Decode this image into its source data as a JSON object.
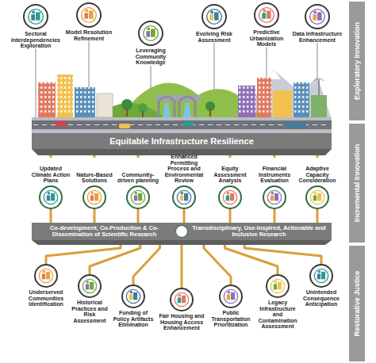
{
  "diagram": {
    "nodes": [
      {
        "text": [
          "Sectoral Interdependencies Exploration"
        ]
      },
      {
        "text": [
          "Model Resolution Refinement"
        ]
      },
      {
        "text": [
          "Leveraging Community Knowledge"
        ]
      },
      {
        "text": [
          "Evolving Risk Assessment"
        ]
      },
      {
        "text": [
          "Predictive Urbanization Models"
        ]
      },
      {
        "text": [
          "Data Infrastructure Enhancement"
        ]
      },
      {
        "text": [
          "Equitable Infrastructure Resilience"
        ]
      },
      {
        "text": [
          "Updated Climate Action Plans"
        ]
      },
      {
        "text": [
          "Nature-Based Solutions"
        ]
      },
      {
        "text": [
          "Community-driven planning"
        ]
      },
      {
        "text": [
          "Enhanced Permitting Process and Environmental Review"
        ]
      },
      {
        "text": [
          "Equity Assessment Analysis"
        ]
      },
      {
        "text": [
          "Financial Instruments Evaluation"
        ]
      },
      {
        "text": [
          "Adaptive Capacity Consideration"
        ]
      },
      {
        "text": [
          "Co-development, Co-Production & Co-Dissemination of Scientific Research",
          "Transdisciplinary, Use-Inspired, Actionable and Inclusive Research"
        ]
      },
      {
        "text": [
          "Underserved Communities Identification"
        ]
      },
      {
        "text": [
          "Historical Practices and Risk Assessment"
        ]
      },
      {
        "text": [
          "Funding of Policy Artifacts Elimination"
        ]
      },
      {
        "text": [
          "Fair Housing and Housing Access Enhancement"
        ]
      },
      {
        "text": [
          "Public Transportation Prioritization"
        ]
      },
      {
        "text": [
          "Legacy Infrastructure and Contamination Assessment"
        ]
      },
      {
        "text": [
          "Unintended Consequence Anticipation"
        ]
      },
      {
        "text": [
          "Exploratory Innovation"
        ]
      },
      {
        "text": [
          "Incremental Innovation"
        ]
      },
      {
        "text": [
          "Restorative Justice"
        ]
      }
    ],
    "edges": [
      {
        "from": 0,
        "to": 6,
        "arrow": "none"
      },
      {
        "from": 1,
        "to": 6,
        "arrow": "none"
      },
      {
        "from": 2,
        "to": 6,
        "arrow": "none"
      },
      {
        "from": 3,
        "to": 6,
        "arrow": "none"
      },
      {
        "from": 4,
        "to": 6,
        "arrow": "none"
      },
      {
        "from": 5,
        "to": 6,
        "arrow": "none"
      },
      {
        "from": 6,
        "to": 7,
        "arrow": "none"
      },
      {
        "from": 6,
        "to": 8,
        "arrow": "none"
      },
      {
        "from": 6,
        "to": 9,
        "arrow": "none"
      },
      {
        "from": 6,
        "to": 10,
        "arrow": "none"
      },
      {
        "from": 6,
        "to": 11,
        "arrow": "none"
      },
      {
        "from": 6,
        "to": 12,
        "arrow": "none"
      },
      {
        "from": 6,
        "to": 13,
        "arrow": "none"
      },
      {
        "from": 14,
        "to": 15,
        "arrow": "none"
      },
      {
        "from": 14,
        "to": 16,
        "arrow": "none"
      },
      {
        "from": 14,
        "to": 17,
        "arrow": "none"
      },
      {
        "from": 14,
        "to": 18,
        "arrow": "none"
      },
      {
        "from": 14,
        "to": 19,
        "arrow": "none"
      },
      {
        "from": 14,
        "to": 20,
        "arrow": "none"
      },
      {
        "from": 14,
        "to": 21,
        "arrow": "none"
      }
    ]
  }
}
